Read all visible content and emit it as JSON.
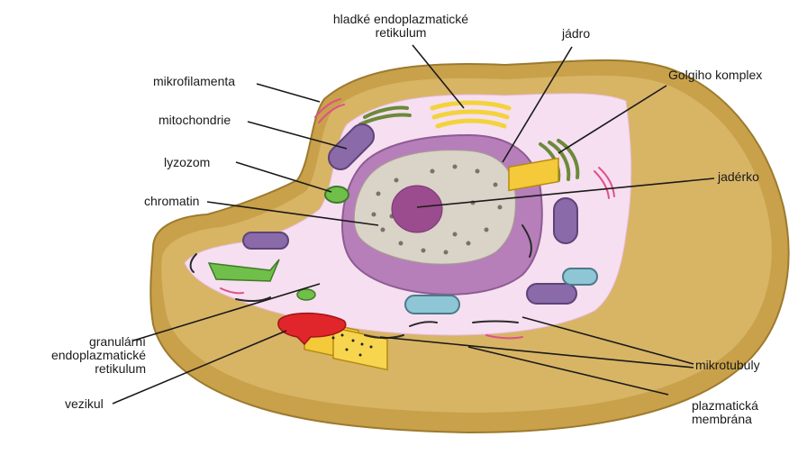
{
  "labels": {
    "hladke_er": "hladké endoplazmatické\nretikulum",
    "jadro": "jádro",
    "mikrofilamenta": "mikrofilamenta",
    "golgi": "Golgiho komplex",
    "mitochondrie": "mitochondrie",
    "lyzozom": "lyzozom",
    "jaderko": "jadérko",
    "chromatin": "chromatin",
    "granularni_er": "granulární\nendoplazmatické\nretikulum",
    "vezikul": "vezikul",
    "mikrotubuly": "mikrotubuly",
    "plazmaticka_membrana": "plazmatická\nmembrána"
  },
  "colors": {
    "membrane": "#c9a14a",
    "cytoplasm": "#f6dff0",
    "nucleus": "#b67fba",
    "nucleoplasm": "#d9d3c8",
    "nucleolus": "#9a4c8e",
    "mitochondria": "#8a6aa8",
    "golgi": "#f2d33c",
    "smooth_er": "#6b8a3a",
    "rough_er": "#f4c93a",
    "lysosome": "#6fbf4a",
    "vesicle": "#e0262a",
    "microtubule": "#2a2a2a"
  }
}
